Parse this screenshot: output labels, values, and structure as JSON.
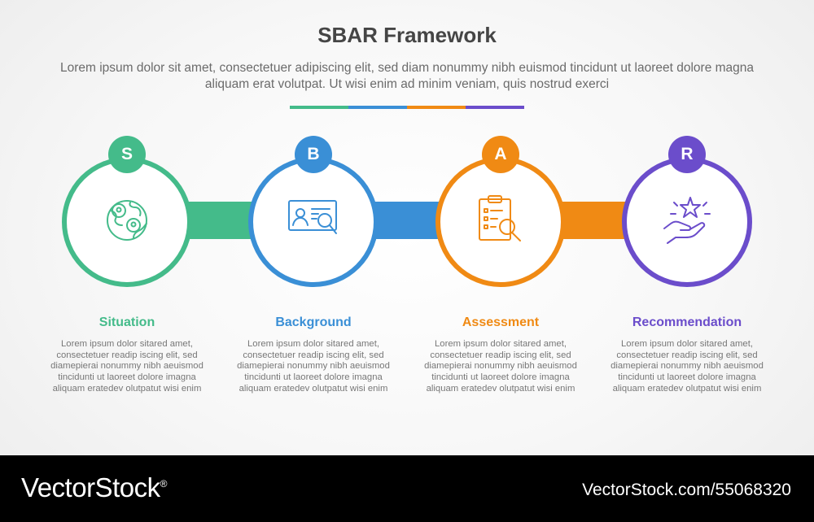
{
  "header": {
    "title": "SBAR Framework",
    "subtitle": "Lorem ipsum dolor sit amet, consectetuer adipiscing elit, sed diam nonummy nibh euismod tincidunt ut laoreet dolore magna aliquam erat volutpat. Ut wisi enim ad minim veniam, quis nostrud exerci"
  },
  "colors": {
    "s": "#44bb8a",
    "b": "#3a8fd6",
    "a": "#f08a14",
    "r": "#6b4dcb",
    "title": "#454545",
    "text": "#777777"
  },
  "steps": [
    {
      "letter": "S",
      "title": "Situation",
      "icon": "globe-location-pins-icon",
      "description": "Lorem ipsum dolor sitared amet, consectetuer readip iscing elit, sed diamepierai nonummy nibh  aeuismod tincidunti ut laoreet dolore imagna aliquam eratedev olutpatut wisi enim"
    },
    {
      "letter": "B",
      "title": "Background",
      "icon": "profile-card-magnifier-icon",
      "description": "Lorem ipsum dolor sitared amet, consectetuer readip iscing elit, sed diamepierai nonummy nibh  aeuismod tincidunti ut laoreet dolore imagna aliquam eratedev olutpatut wisi enim"
    },
    {
      "letter": "A",
      "title": "Assessment",
      "icon": "clipboard-checklist-magnifier-icon",
      "description": "Lorem ipsum dolor sitared amet, consectetuer readip iscing elit, sed diamepierai nonummy nibh  aeuismod tincidunti ut laoreet dolore imagna aliquam eratedev olutpatut wisi enim"
    },
    {
      "letter": "R",
      "title": "Recommendation",
      "icon": "hand-star-icon",
      "description": "Lorem ipsum dolor sitared amet, consectetuer readip iscing elit, sed diamepierai nonummy nibh  aeuismod tincidunti ut laoreet dolore imagna aliquam eratedev olutpatut wisi enim"
    }
  ],
  "footer": {
    "brand": "VectorStock",
    "brand_mark": "®",
    "image_id": "VectorStock.com/55068320"
  }
}
